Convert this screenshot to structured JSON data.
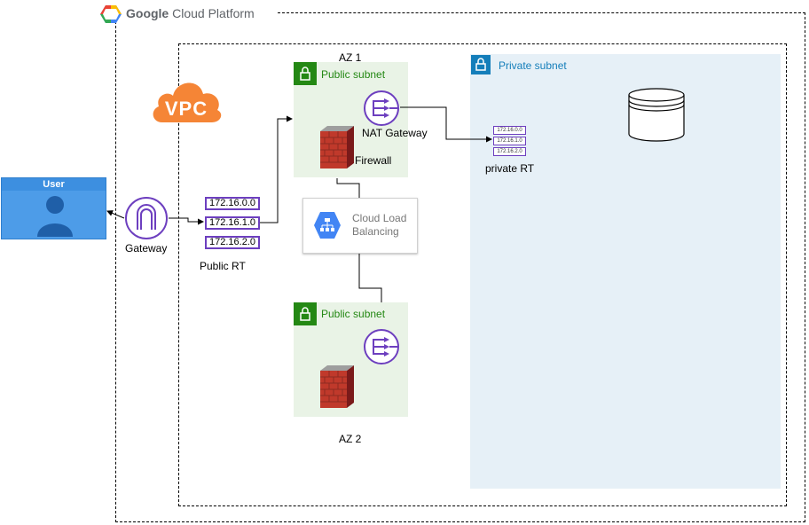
{
  "platform": {
    "brand": "Google",
    "product": "Cloud Platform"
  },
  "vpc": {
    "badge": "VPC"
  },
  "user": {
    "label": "User"
  },
  "gateway": {
    "label": "Gateway"
  },
  "public_rt": {
    "label": "Public RT",
    "entries": [
      "172.16.0.0",
      "172.16.1.0",
      "172.16.2.0"
    ]
  },
  "private_rt": {
    "label": "private RT",
    "entries": [
      "172.16.0.0",
      "172.16.1.0",
      "172.16.2.0"
    ]
  },
  "az1": {
    "label": "AZ 1",
    "subnet_label": "Public subnet",
    "nat_label": "NAT Gateway",
    "firewall_label": "Firewall"
  },
  "az2": {
    "label": "AZ 2",
    "subnet_label": "Public subnet"
  },
  "private_subnet": {
    "label": "Private subnet"
  },
  "load_balancer": {
    "line1": "Cloud Load",
    "line2": "Balancing"
  },
  "colors": {
    "public_subnet_fill": "#e9f3e6",
    "public_subnet_accent": "#248814",
    "private_subnet_fill": "#e6f0f7",
    "private_subnet_accent": "#147eba",
    "route_table_border": "#6d3fbf",
    "vpc_cloud": "#f58536",
    "user_box": "#4d9ce8"
  }
}
